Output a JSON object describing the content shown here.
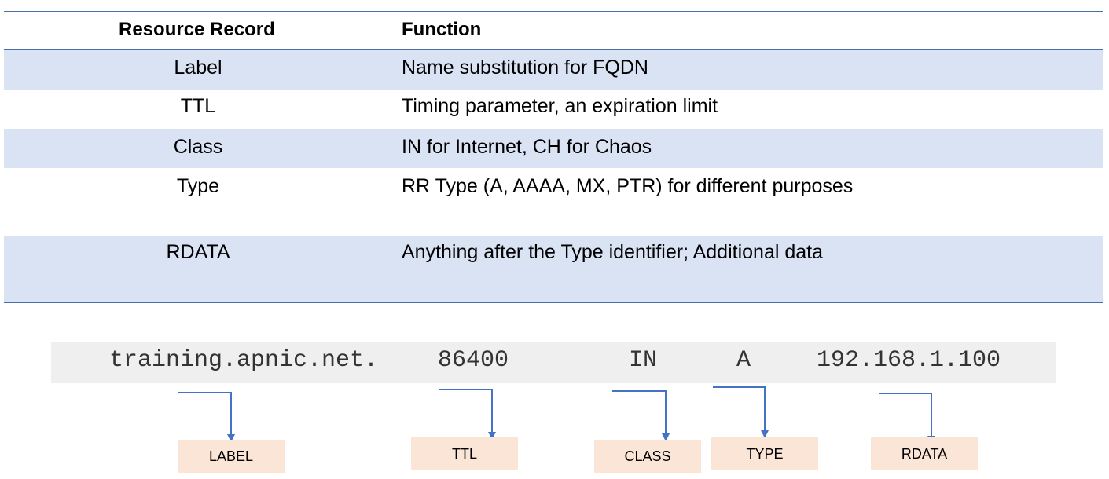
{
  "table": {
    "header": {
      "col1": "Resource Record",
      "col2": "Function"
    },
    "rows": [
      {
        "record": "Label",
        "function": "Name substitution for FQDN"
      },
      {
        "record": "TTL",
        "function": "Timing parameter, an expiration limit"
      },
      {
        "record": "Class",
        "function": "IN for Internet, CH for Chaos"
      },
      {
        "record": "Type",
        "function": "RR Type (A, AAAA, MX, PTR) for different purposes"
      },
      {
        "record": "RDATA",
        "function": "Anything after the Type identifier; Additional data"
      }
    ]
  },
  "example": {
    "label": "training.apnic.net.",
    "ttl": "86400",
    "class": "IN",
    "type": "A",
    "rdata": "192.168.1.100"
  },
  "tags": {
    "label": "LABEL",
    "ttl": "TTL",
    "class": "CLASS",
    "type": "TYPE",
    "rdata": "RDATA"
  },
  "colors": {
    "rule": "#4a6fa8",
    "band": "#dae3f3",
    "arrow": "#4472c4",
    "tag": "#fbe5d6",
    "record_bar": "#efefef"
  }
}
